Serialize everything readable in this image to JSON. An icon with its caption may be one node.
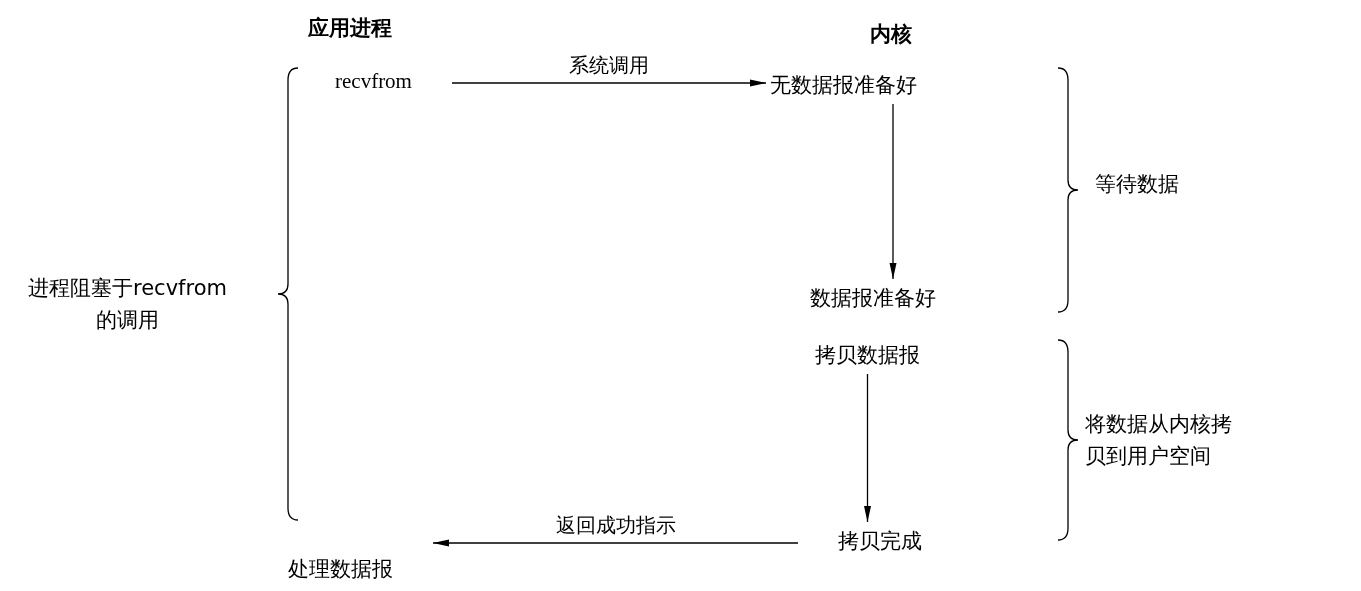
{
  "diagram": {
    "nodes": [
      {
        "text": [
          "recvfrom"
        ]
      },
      {
        "text": [
          "无数据报准备好"
        ]
      },
      {
        "text": [
          "数据报准备好"
        ]
      },
      {
        "text": [
          "拷贝数据报"
        ]
      },
      {
        "text": [
          "拷贝完成"
        ]
      },
      {
        "text": [
          "处理数据报"
        ]
      }
    ],
    "edges": [
      {
        "from": 0,
        "to": 1,
        "arrow": "to",
        "label": "系统调用"
      },
      {
        "from": 1,
        "to": 2,
        "arrow": "to"
      },
      {
        "from": 3,
        "to": 4,
        "arrow": "to"
      },
      {
        "from": 4,
        "to": 5,
        "arrow": "to",
        "label": "返回成功指示"
      }
    ],
    "labels": [
      "应用进程",
      "内核",
      "进程阻塞于recvfrom的调用",
      "等待数据",
      "将数据从内核拷贝到用户空间"
    ]
  }
}
